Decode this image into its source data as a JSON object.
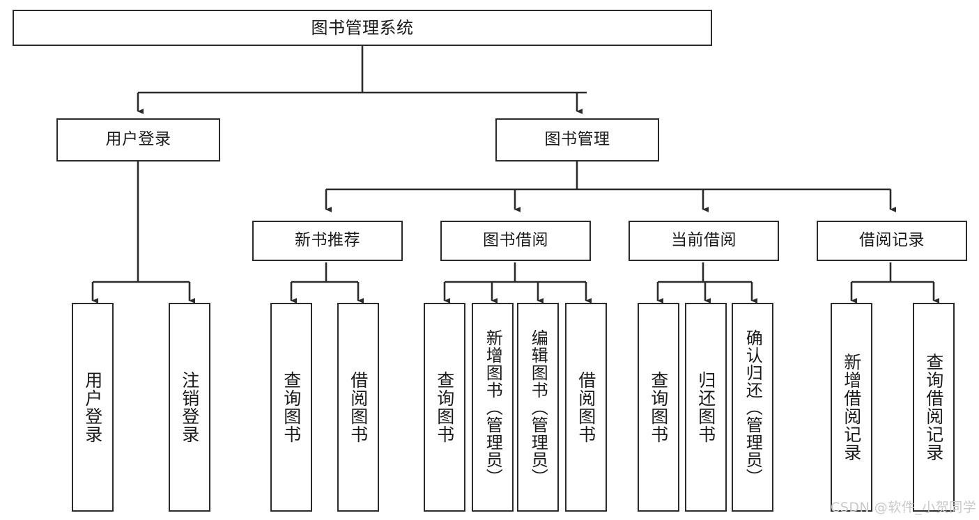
{
  "diagram": {
    "type": "tree-hierarchy-chart",
    "title": "图书管理系统",
    "orientation": "top-down",
    "style": {
      "box_fill": "#ffffff",
      "box_stroke": "#2b2b2b",
      "edge_stroke": "#2b2b2b",
      "text_color": "#1a1a1a",
      "background": "#ffffff"
    },
    "nodes": {
      "root": {
        "label": "图书管理系统",
        "level": 0
      },
      "level2": [
        {
          "id": "user-login",
          "label": "用户登录"
        },
        {
          "id": "book-manage",
          "label": "图书管理"
        }
      ],
      "level3": [
        {
          "id": "new-book-rec",
          "label": "新书推荐",
          "parent": "book-manage"
        },
        {
          "id": "book-borrow",
          "label": "图书借阅",
          "parent": "book-manage"
        },
        {
          "id": "current-borrow",
          "label": "当前借阅",
          "parent": "book-manage"
        },
        {
          "id": "borrow-record",
          "label": "借阅记录",
          "parent": "book-manage"
        }
      ],
      "leaves": {
        "user-login": [
          {
            "id": "leaf-user-login",
            "label": "用户登录"
          },
          {
            "id": "leaf-logout",
            "label": "注销登录"
          }
        ],
        "new-book-rec": [
          {
            "id": "leaf-query-book-1",
            "label": "查询图书"
          },
          {
            "id": "leaf-borrow-book-1",
            "label": "借阅图书"
          }
        ],
        "book-borrow": [
          {
            "id": "leaf-query-book-2",
            "label": "查询图书"
          },
          {
            "id": "leaf-add-book",
            "label": "新增图书（管理员）"
          },
          {
            "id": "leaf-edit-book",
            "label": "编辑图书（管理员）"
          },
          {
            "id": "leaf-borrow-book-2",
            "label": "借阅图书"
          }
        ],
        "current-borrow": [
          {
            "id": "leaf-query-book-3",
            "label": "查询图书"
          },
          {
            "id": "leaf-return-book",
            "label": "归还图书"
          },
          {
            "id": "leaf-confirm-return",
            "label": "确认归还（管理员）"
          }
        ],
        "borrow-record": [
          {
            "id": "leaf-add-record",
            "label": "新增借阅记录"
          },
          {
            "id": "leaf-query-record",
            "label": "查询借阅记录"
          }
        ]
      }
    }
  },
  "watermark": {
    "text": "CSDN @软件_小贺同学",
    "color": "#c9c9c9"
  }
}
